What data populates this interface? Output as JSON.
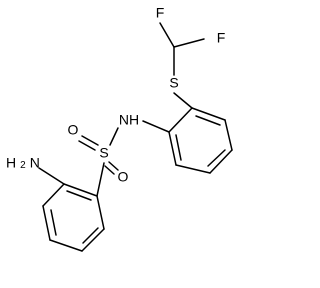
{
  "structure": {
    "atoms": {
      "f1": "F",
      "f2": "F",
      "s_thio": "S",
      "nh": "NH",
      "s_sulfonyl": "S",
      "o1": "O",
      "o2": "O",
      "nh2_main": "H",
      "nh2_sub": "2",
      "nh2_n": "N"
    }
  }
}
